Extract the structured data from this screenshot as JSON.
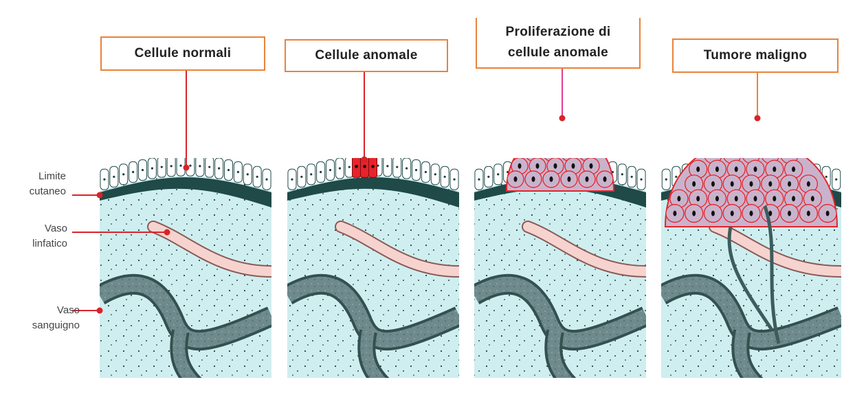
{
  "stages": [
    {
      "label": "Cellule normali"
    },
    {
      "label": "Cellule anomale"
    },
    {
      "label_line1": "Proliferazione di",
      "label_line2": "cellule anomale"
    },
    {
      "label": "Tumore maligno"
    }
  ],
  "side_labels": {
    "skin_line1": "Limite",
    "skin_line2": "cutaneo",
    "lymph_line1": "Vaso",
    "lymph_line2": "linfatico",
    "blood_line1": "Vaso",
    "blood_line2": "sanguigno"
  },
  "colors": {
    "label_border": "#e8833a",
    "pointer": "#d8232a",
    "tissue": "#cfeef0",
    "basement": "#1f4a48",
    "vessel_blood": "#5c7a7c",
    "vessel_lymph": "#f6d3cf",
    "abnormal_cell": "#e8232a",
    "tumor_cell": "#c9b3cc"
  }
}
